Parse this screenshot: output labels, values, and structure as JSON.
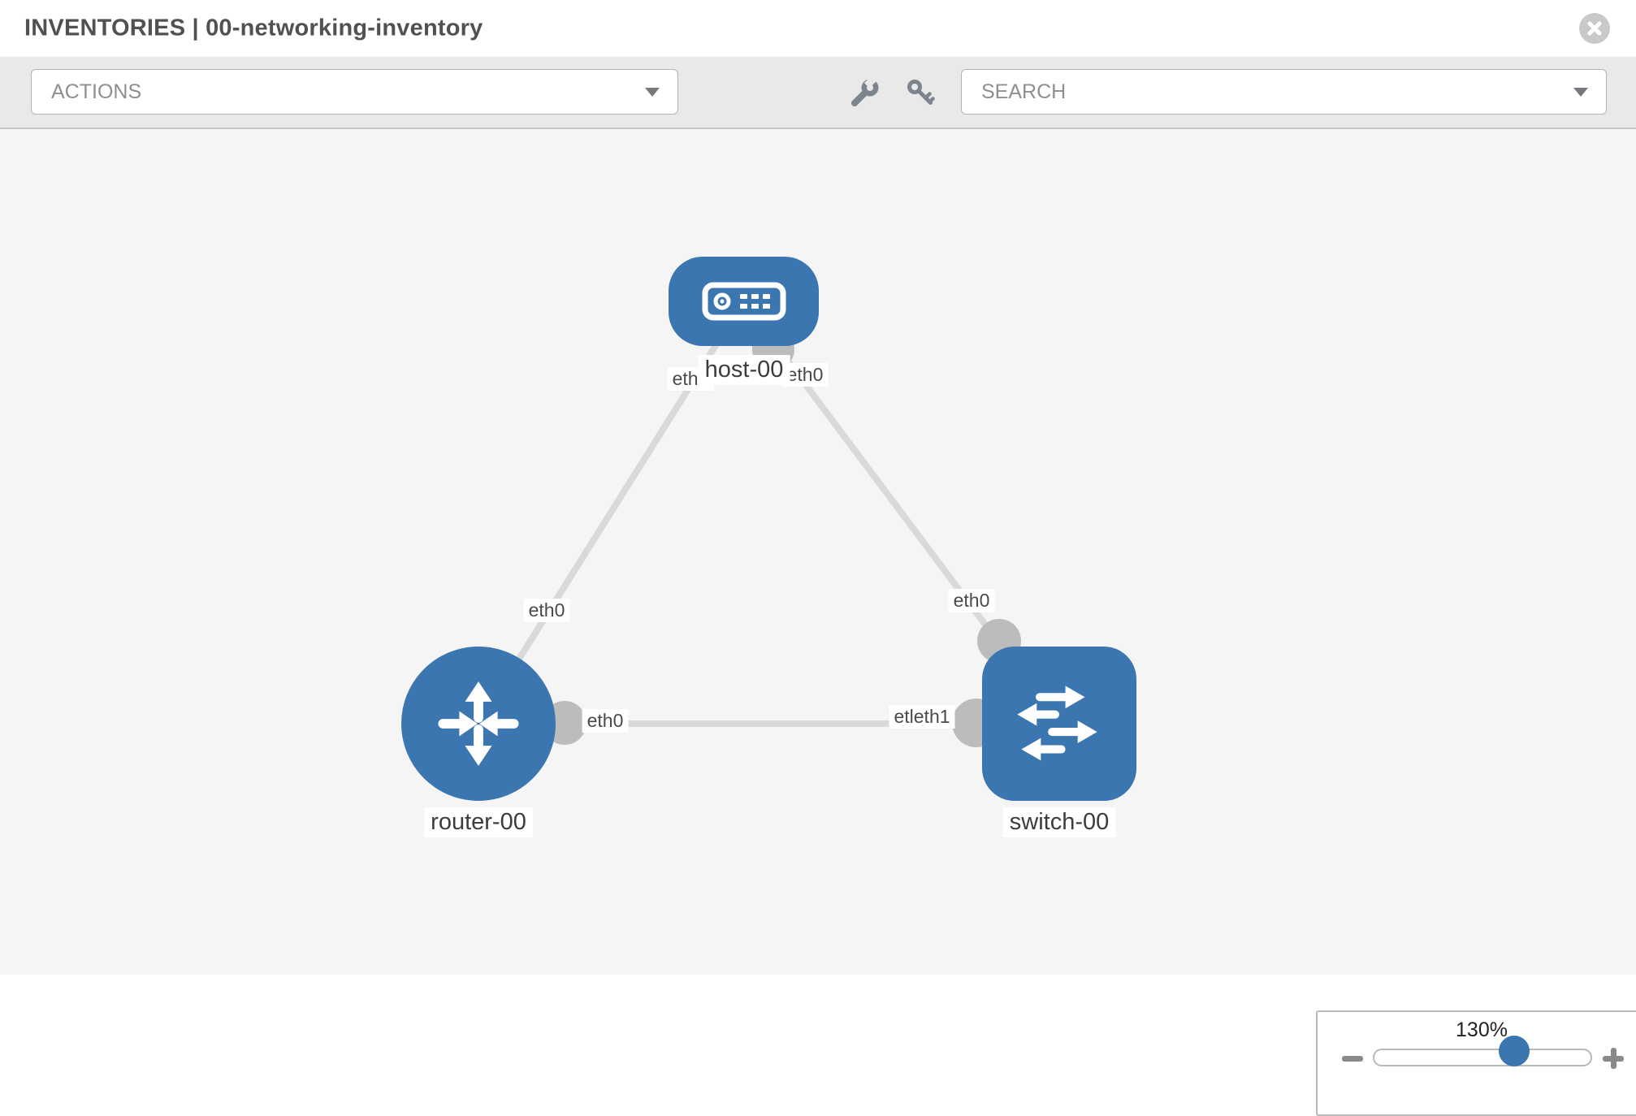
{
  "header": {
    "title": "INVENTORIES | 00-networking-inventory"
  },
  "toolbar": {
    "actions_label": "ACTIONS",
    "search_label": "SEARCH",
    "tool_icons": [
      "wrench-icon",
      "key-icon"
    ]
  },
  "topology": {
    "nodes": {
      "host": {
        "label": "host-00",
        "type": "host"
      },
      "router": {
        "label": "router-00",
        "type": "router"
      },
      "switch": {
        "label": "switch-00",
        "type": "switch"
      }
    },
    "links": [
      {
        "from": "host-00",
        "to": "router-00"
      },
      {
        "from": "host-00",
        "to": "switch-00"
      },
      {
        "from": "router-00",
        "to": "switch-00"
      }
    ],
    "interface_labels": {
      "a": "eth0",
      "b": "eth0",
      "c": "eth0",
      "d": "eth0",
      "e": "eth0",
      "f": "etleth1"
    }
  },
  "zoom_control": {
    "level": "130%",
    "zoom_out_glyph": "−",
    "zoom_in_glyph": "+"
  },
  "colors": {
    "node_blue": "#3b76b1",
    "link_gray": "#d9d9d9",
    "port_gray": "#bcbcbc",
    "toolbar_bg": "#e9e9e9",
    "canvas_bg": "#f5f5f5",
    "icon_gray": "#7d848e",
    "close_gray": "#c9c9c9"
  }
}
